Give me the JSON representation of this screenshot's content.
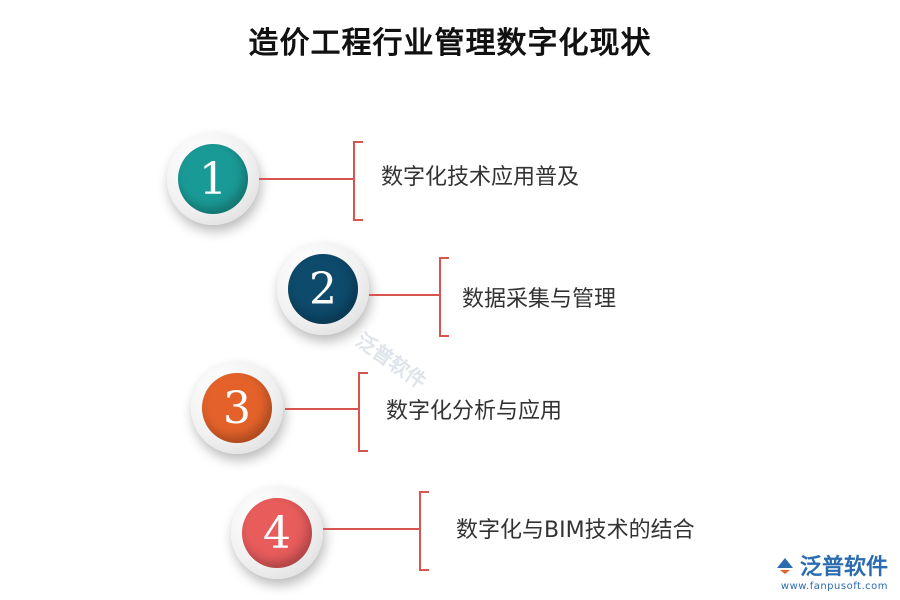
{
  "title": "造价工程行业管理数字化现状",
  "items": [
    {
      "number": "1",
      "label": "数字化技术应用普及",
      "color": "#1a9a96"
    },
    {
      "number": "2",
      "label": "数据采集与管理",
      "color": "#0d4a6b"
    },
    {
      "number": "3",
      "label": "数字化分析与应用",
      "color": "#e4622a"
    },
    {
      "number": "4",
      "label": "数字化与BIM技术的结合",
      "color": "#e85c5c"
    }
  ],
  "watermark": "泛普软件",
  "logo": {
    "name": "泛普软件",
    "url": "www.fanpusoft.com",
    "color": "#2b6cb0"
  }
}
